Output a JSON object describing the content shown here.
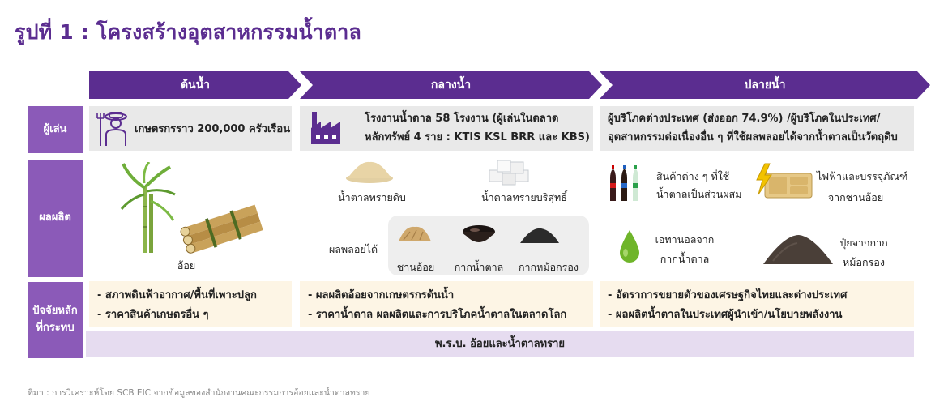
{
  "title": "รูปที่ 1 : โครงสร้างอุตสาหกรรมน้ำตาล",
  "stages": {
    "upstream": "ต้นน้ำ",
    "midstream": "กลางน้ำ",
    "downstream": "ปลายน้ำ"
  },
  "colors": {
    "stage": "#5b2d90",
    "row_label": "#8b5ab8",
    "players_bg": "#e9e9e9",
    "factors_bg": "#fdf5e5",
    "act_bg": "#e6dcf0"
  },
  "rows": {
    "players": "ผู้เล่น",
    "products": "ผลผลิต",
    "factors_line1": "ปัจจัยหลัก",
    "factors_line2": "ที่กระทบ"
  },
  "players": {
    "upstream": "เกษตรกรราว 200,000 ครัวเรือน",
    "midstream_line1": "โรงงานน้ำตาล 58 โรงงาน (ผู้เล่นในตลาด",
    "midstream_line2": "หลักทรัพย์ 4 ราย : KTIS KSL BRR และ KBS)",
    "downstream_line1": "ผู้บริโภคต่างประเทศ (ส่งออก 74.9%) /ผู้บริโภคในประเทศ/",
    "downstream_line2": "อุตสาหกรรมต่อเนื่องอื่น ๆ ที่ใช้ผลพลอยได้จากน้ำตาลเป็นวัตถุดิบ"
  },
  "products": {
    "upstream": "อ้อย",
    "raw_sugar": "น้ำตาลทรายดิบ",
    "refined_sugar": "น้ำตาลทรายบริสุทธิ์",
    "byproducts_label": "ผลพลอยได้",
    "bagasse": "ชานอ้อย",
    "molasses": "กากน้ำตาล",
    "filter_cake": "กากหม้อกรอง",
    "down_items": {
      "drinks_line1": "สินค้าต่าง ๆ ที่ใช้",
      "drinks_line2": "น้ำตาลเป็นส่วนผสม",
      "power_line1": "ไฟฟ้าและบรรจุภัณฑ์",
      "power_line2": "จากชานอ้อย",
      "ethanol_line1": "เอทานอลจาก",
      "ethanol_line2": "กากน้ำตาล",
      "fertilizer_line1": "ปุ๋ยจากกาก",
      "fertilizer_line2": "หม้อกรอง"
    }
  },
  "factors": {
    "upstream": [
      "- สภาพดินฟ้าอากาศ/พื้นที่เพาะปลูก",
      "- ราคาสินค้าเกษตรอื่น ๆ"
    ],
    "midstream": [
      "- ผลผลิตอ้อยจากเกษตรกรต้นน้ำ",
      "- ราคาน้ำตาล ผลผลิตและการบริโภคน้ำตาลในตลาดโลก"
    ],
    "downstream": [
      "- อัตราการขยายตัวของเศรษฐกิจไทยและต่างประเทศ",
      "- ผลผลิตน้ำตาลในประเทศผู้นำเข้า/นโยบายพลังงาน"
    ]
  },
  "act": "พ.ร.บ. อ้อยและน้ำตาลทราย",
  "source": "ที่มา : การวิเคราะห์โดย SCB EIC จากข้อมูลของสำนักงานคณะกรรมการอ้อยและน้ำตาลทราย"
}
